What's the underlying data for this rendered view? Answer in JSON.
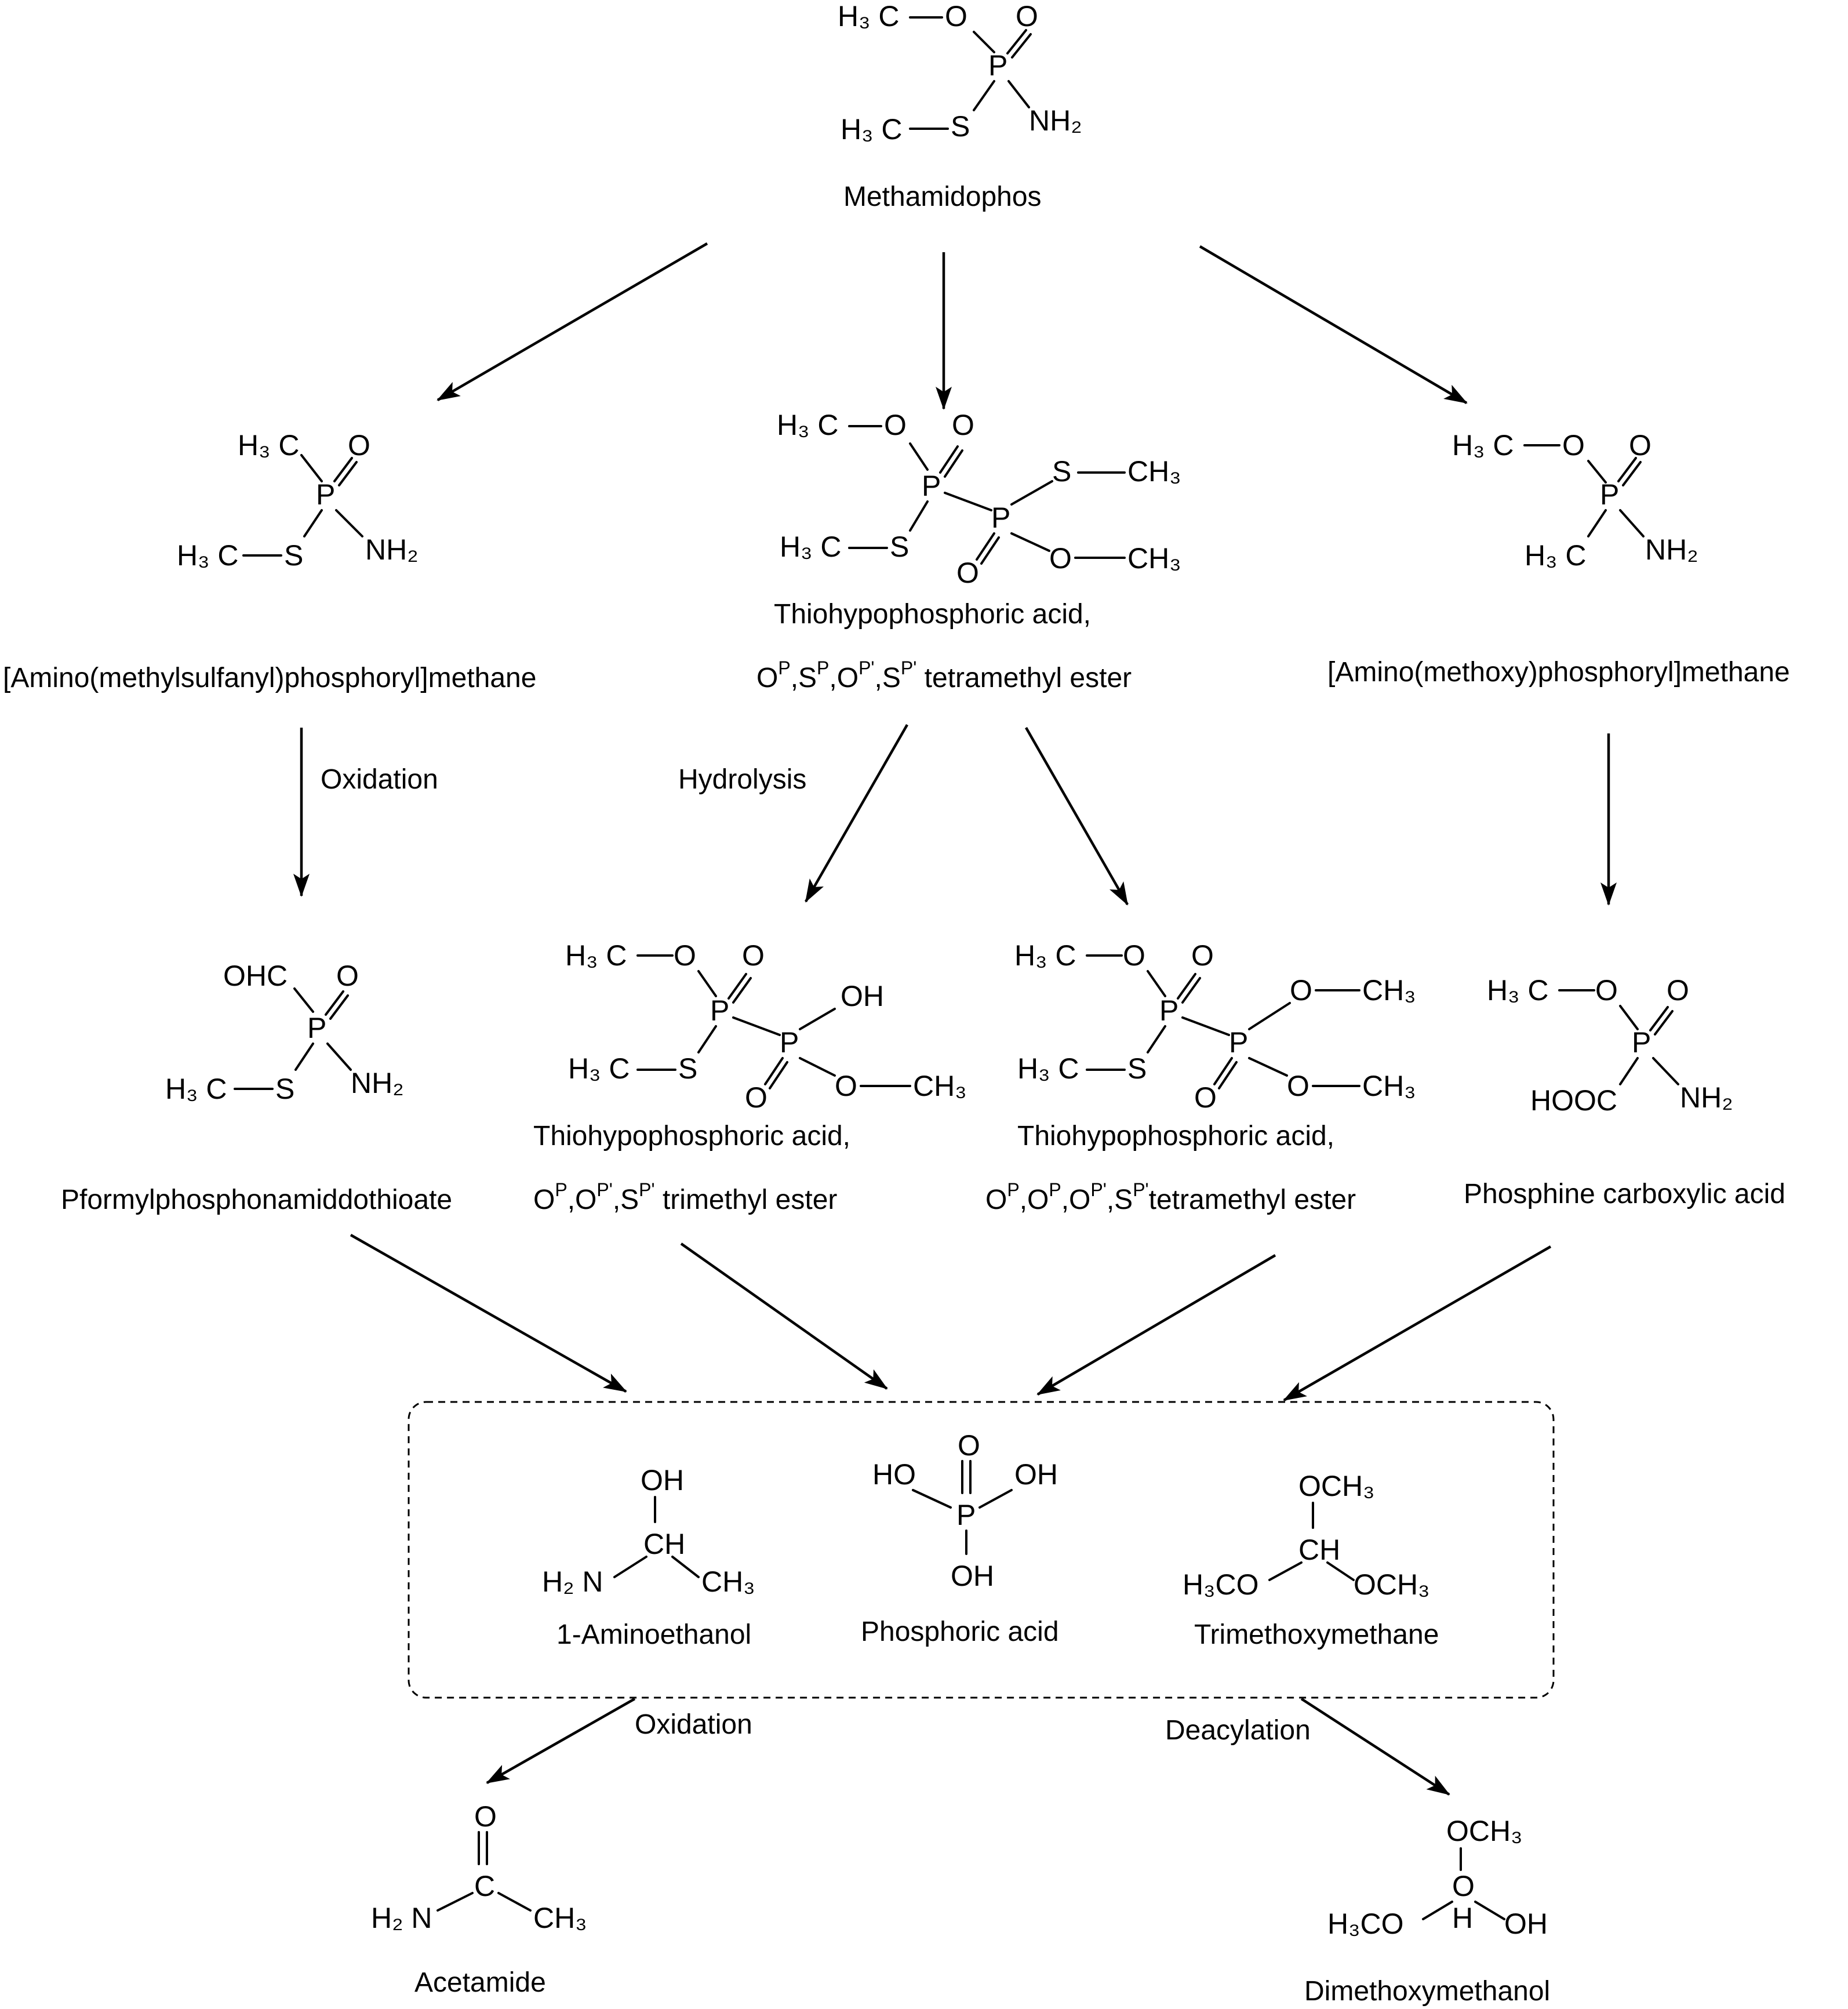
{
  "compounds": {
    "methamidophos": {
      "name": "Methamidophos"
    },
    "amino_methylsulfanyl": {
      "name": "[Amino(methylsulfanyl)phosphoryl]methane"
    },
    "thiohypo_tetra_1": {
      "name_line1": "Thiohypophosphoric  acid,",
      "name_line2_suffix": " tetramethyl ester"
    },
    "amino_methoxy": {
      "name": "[Amino(methoxy)phosphoryl]methane"
    },
    "pformyl": {
      "name": "Pformylphosphonamiddothioate"
    },
    "thiohypo_trimethyl": {
      "name_line1": "Thiohypophosphoric  acid,",
      "name_line2_suffix": " trimethyl ester"
    },
    "thiohypo_tetra_2": {
      "name_line1": "Thiohypophosphoric  acid,",
      "name_line2_suffix": "tetramethyl  ester"
    },
    "phosphine_carboxylic": {
      "name": "Phosphine carboxylic acid"
    },
    "aminoethanol": {
      "name": "1-Aminoethanol"
    },
    "phosphoric_acid": {
      "name": "Phosphoric acid"
    },
    "trimethoxymethane": {
      "name": "Trimethoxymethane"
    },
    "acetamide": {
      "name": "Acetamide"
    },
    "dimethoxymethanol": {
      "name": "Dimethoxymethanol"
    }
  },
  "reactions": {
    "oxidation_1": "Oxidation",
    "hydrolysis": "Hydrolysis",
    "oxidation_2": "Oxidation",
    "deacylation": "Deacylation"
  },
  "atoms": {
    "H3C": "H₃ C",
    "H3C_compact": "H₃C",
    "CH3": "CH₃",
    "OCH3": "OCH₃",
    "H3CO": "H₃CO",
    "NH2": "NH₂",
    "H2N": "H₂ N",
    "O": "O",
    "S": "S",
    "P": "P",
    "C": "C",
    "H": "H",
    "OH": "OH",
    "HO": "HO",
    "CH": "CH",
    "OHC": "OHC",
    "HOOC": "HOOC"
  }
}
